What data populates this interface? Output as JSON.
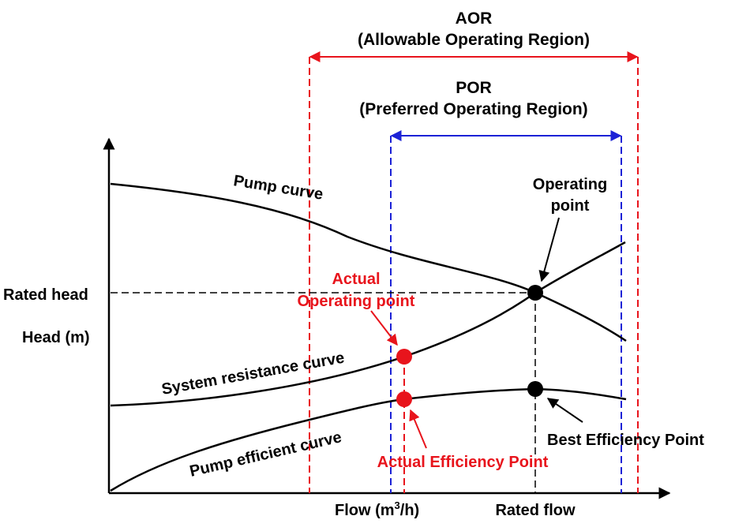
{
  "regions": {
    "aor": {
      "title": "AOR",
      "subtitle": "(Allowable Operating Region)",
      "color": "#e8141c"
    },
    "por": {
      "title": "POR",
      "subtitle": "(Preferred Operating Region)",
      "color": "#1c22d6"
    }
  },
  "axes": {
    "y_rated_label": "Rated head",
    "y_label": "Head (m)",
    "x_label_prefix": "Flow (m",
    "x_label_sup": "3",
    "x_label_suffix": "/h)",
    "x_rated_label": "Rated flow"
  },
  "curves": {
    "pump": "Pump curve",
    "system": "System resistance curve",
    "efficiency": "Pump efficient curve"
  },
  "points": {
    "operating": {
      "line1": "Operating",
      "line2": "point",
      "color": "#000000"
    },
    "actual_operating": {
      "line1": "Actual",
      "line2": "Operating point",
      "color": "#e8141c"
    },
    "best_efficiency": {
      "label": "Best Efficiency Point",
      "color": "#000000"
    },
    "actual_efficiency": {
      "label": "Actual Efficiency Point",
      "color": "#e8141c"
    }
  }
}
